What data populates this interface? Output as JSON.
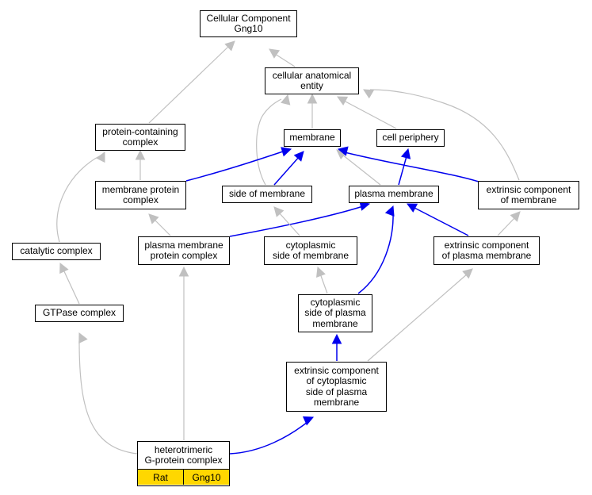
{
  "colors": {
    "isa_edge": "#c0c0c0",
    "partof_edge": "#0000ee",
    "annotation_fill": "#ffd700"
  },
  "nodes": {
    "cellular_component_gng10": "Cellular Component\nGng10",
    "cellular_anatomical_entity": "cellular anatomical\nentity",
    "protein_containing_complex": "protein-containing\ncomplex",
    "membrane": "membrane",
    "cell_periphery": "cell periphery",
    "membrane_protein_complex": "membrane protein\ncomplex",
    "side_of_membrane": "side of membrane",
    "plasma_membrane": "plasma membrane",
    "extrinsic_component_of_membrane": "extrinsic component\nof membrane",
    "catalytic_complex": "catalytic complex",
    "plasma_membrane_protein_complex": "plasma membrane\nprotein complex",
    "cytoplasmic_side_of_membrane": "cytoplasmic\nside of membrane",
    "extrinsic_component_of_plasma_membrane": "extrinsic component\nof plasma membrane",
    "gtpase_complex": "GTPase complex",
    "cytoplasmic_side_of_plasma_membrane": "cytoplasmic\nside of plasma\nmembrane",
    "extrinsic_component_of_cytoplasmic_side": "extrinsic component\nof cytoplasmic\nside of plasma\nmembrane"
  },
  "annotated_term": {
    "label": "heterotrimeric\nG-protein complex",
    "species": "Rat",
    "gene": "Gng10"
  }
}
